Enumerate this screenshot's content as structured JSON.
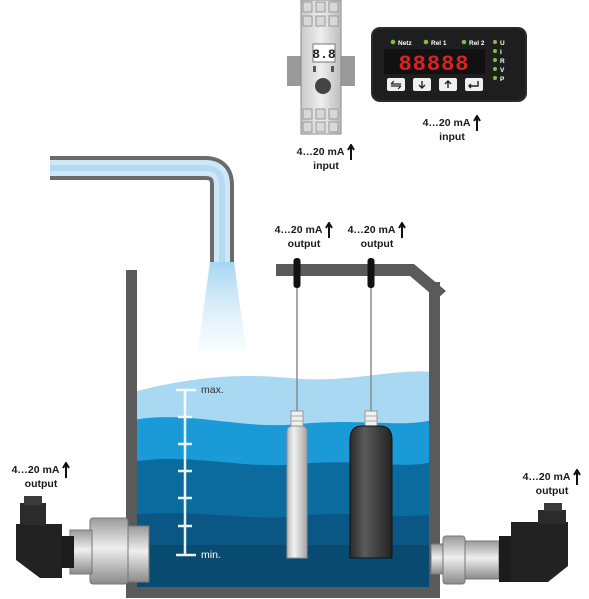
{
  "labels": {
    "top_rail_input": {
      "range": "4…20 mA",
      "kind": "input"
    },
    "panel_input": {
      "range": "4…20 mA",
      "kind": "input"
    },
    "probe_left_output": {
      "range": "4…20 mA",
      "kind": "output"
    },
    "probe_right_output": {
      "range": "4…20 mA",
      "kind": "output"
    },
    "left_sensor_output": {
      "range": "4…20 mA",
      "kind": "output"
    },
    "right_sensor_output": {
      "range": "4…20 mA",
      "kind": "output"
    }
  },
  "gauge": {
    "max": "max.",
    "min": "min."
  },
  "panel": {
    "led_labels": [
      "Netz",
      "Rel 1",
      "Rel 2"
    ],
    "side_labels": [
      "U",
      "I",
      "R",
      "V",
      "P"
    ],
    "display_value": "88888"
  },
  "rail_device": {
    "display_value": "8.8"
  },
  "colors": {
    "tank": "#5a5a5a",
    "water_top": "#a9d8f2",
    "water_mid": "#1a9ad6",
    "water_deep": "#0b6a9e",
    "water_bottom": "#0a4f78",
    "pipe_inner": "#cfe8f8",
    "display_red": "#e02020",
    "led_green": "#7ac143"
  }
}
